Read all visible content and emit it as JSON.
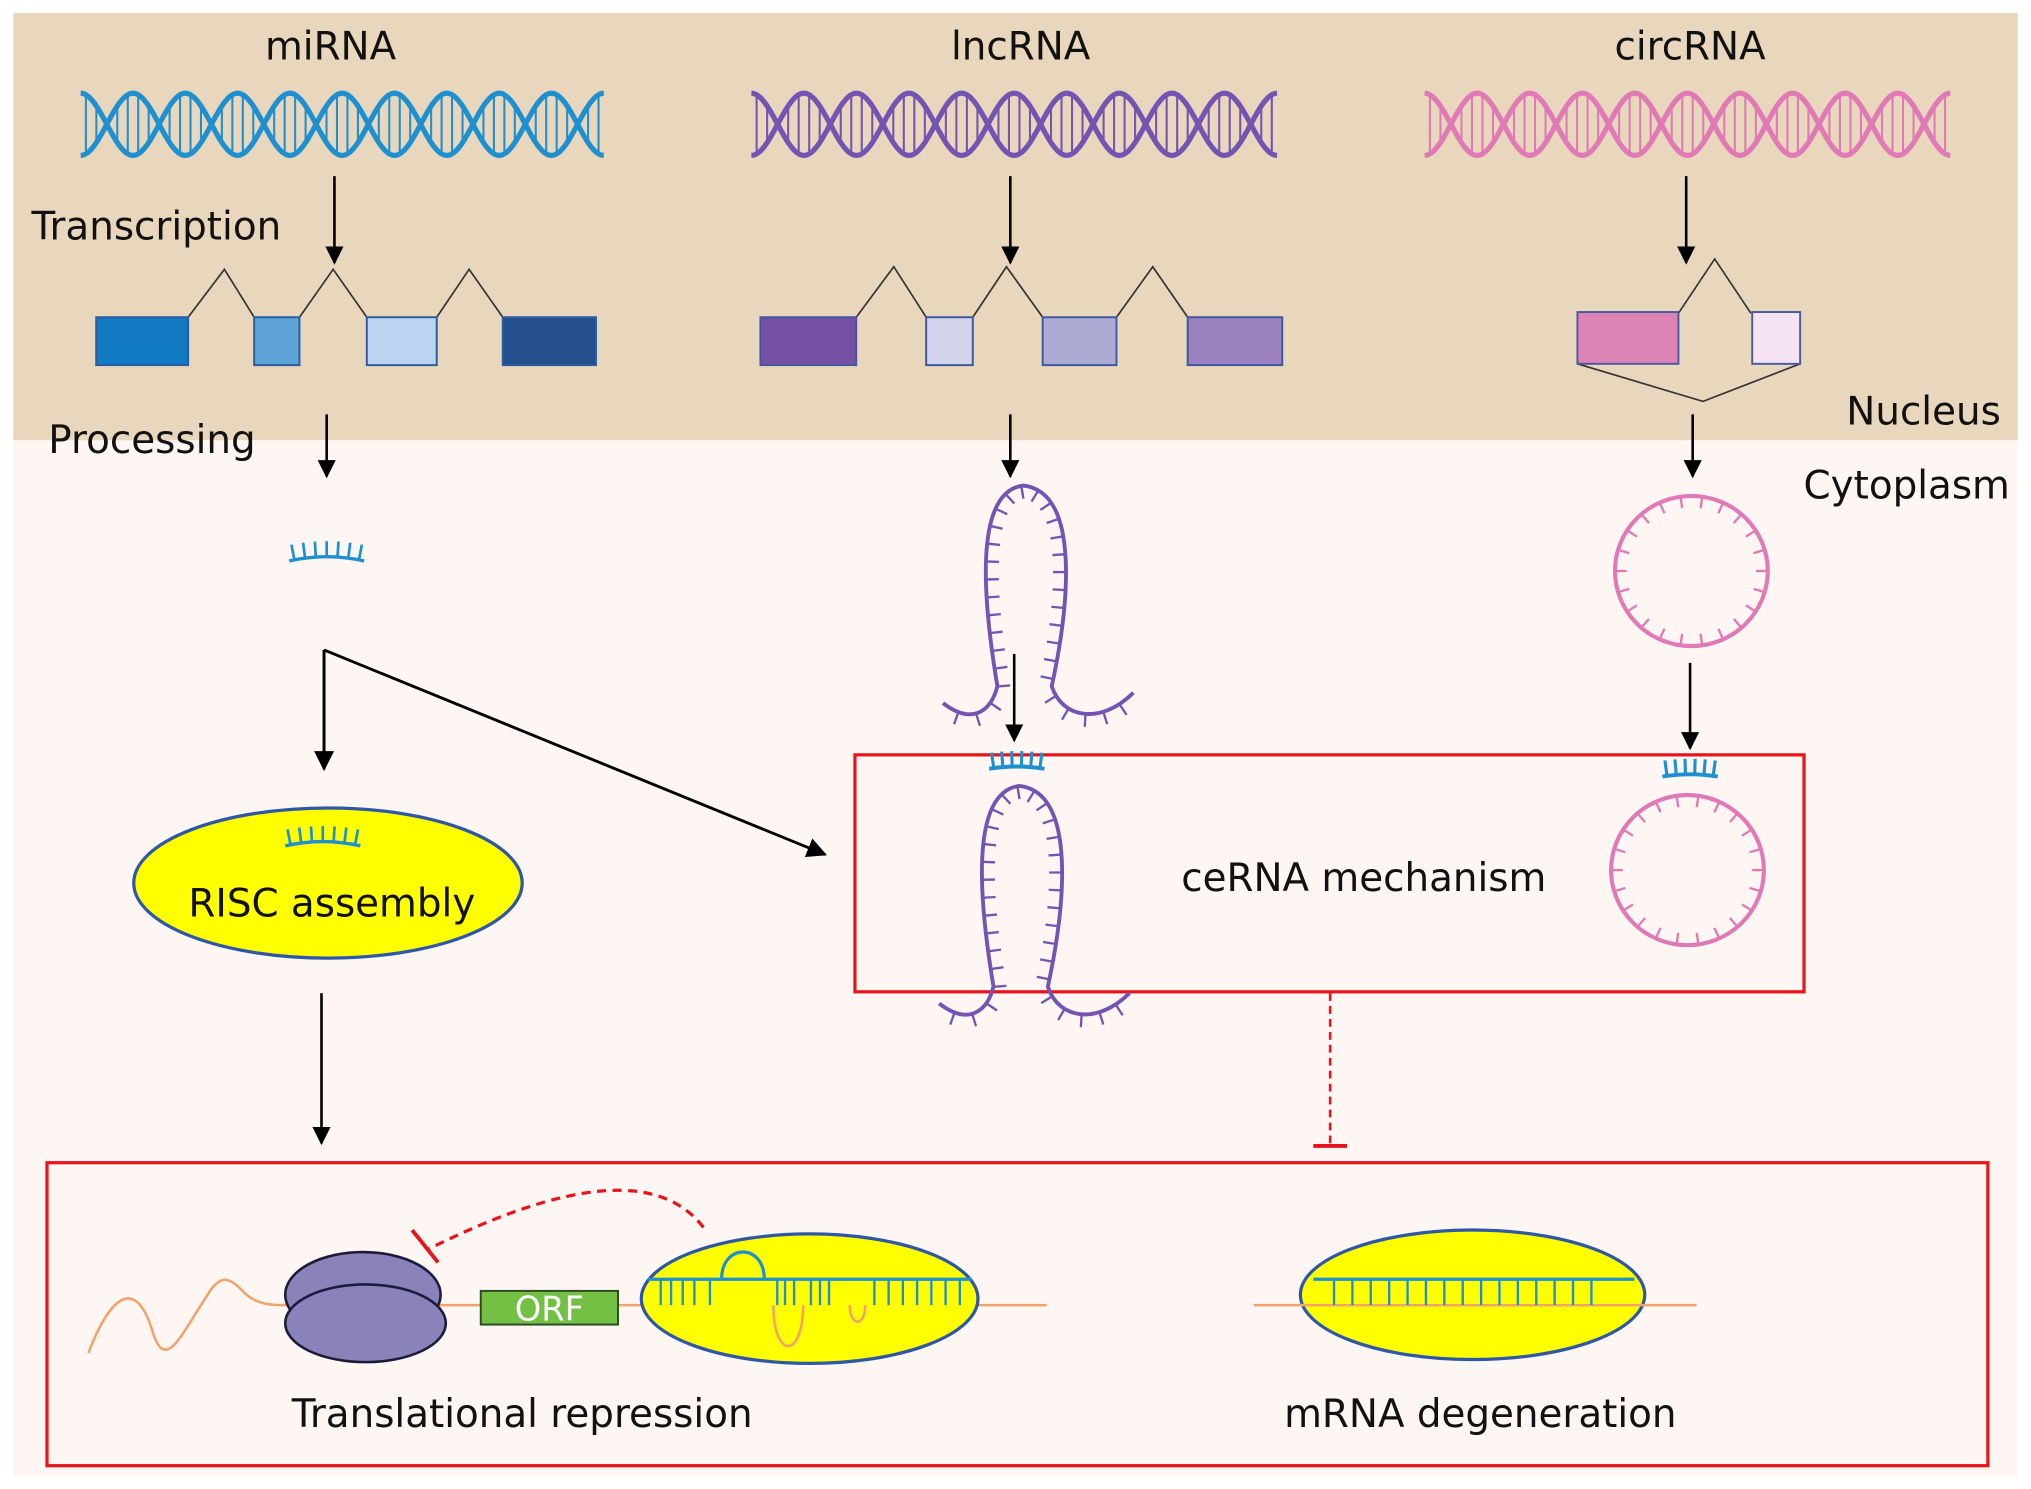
{
  "figure": {
    "compartments": {
      "nucleus": "Nucleus",
      "cytoplasm": "Cytoplasm"
    },
    "steps": {
      "transcription": "Transcription",
      "processing": "Processing"
    },
    "rna_types": [
      {
        "key": "mirna",
        "label": "miRNA",
        "color": "#1e90cf"
      },
      {
        "key": "lncrna",
        "label": "lncRNA",
        "color": "#7453b3"
      },
      {
        "key": "circrna",
        "label": "circRNA",
        "color": "#e07ab6"
      }
    ],
    "risc": {
      "label": "RISC assembly"
    },
    "cerna": {
      "label": "ceRNA mechanism"
    },
    "outcomes": {
      "translational_repression": "Translational repression",
      "mrna_degeneration": "mRNA degeneration",
      "orf_label": "ORF"
    },
    "colors": {
      "nucleus_bg": "#e8d7bc",
      "cytoplasm_bg": "#fdf6f3",
      "risc_fill": "#ffff00",
      "risc_stroke": "#2e58a6",
      "box_stroke": "#e8141c",
      "mrna": "#f2a36b",
      "ribosome": "#8a83ba",
      "orf_fill": "#74c045"
    },
    "exons": {
      "mirna": [
        "#127ac2",
        "#5ea3d8",
        "#bcd4ef",
        "#24508e"
      ],
      "lncrna": [
        "#7550a3",
        "#d3d3ec",
        "#adaad3",
        "#9a82c0"
      ],
      "circrna": [
        "#dd82b4",
        "#f6e3f1"
      ]
    }
  }
}
